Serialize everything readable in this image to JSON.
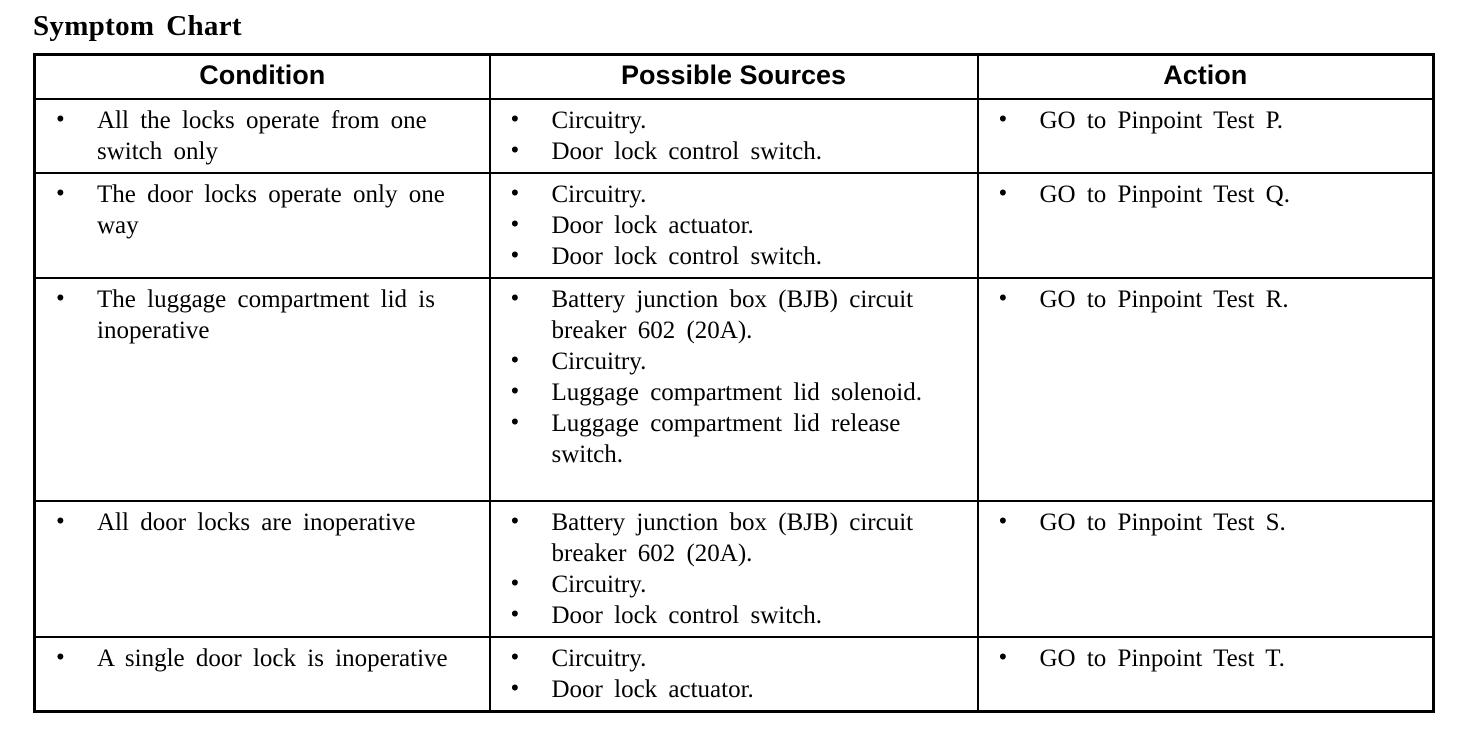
{
  "page": {
    "title": "Symptom Chart"
  },
  "table": {
    "bullet": "•",
    "headers": [
      "Condition",
      "Possible Sources",
      "Action"
    ],
    "rows": [
      {
        "condition": [
          "All the locks operate from one switch only"
        ],
        "sources": [
          "Circuitry.",
          "Door lock control switch."
        ],
        "action": [
          "GO to Pinpoint Test P."
        ]
      },
      {
        "condition": [
          "The door locks operate only one way"
        ],
        "sources": [
          "Circuitry.",
          "Door lock actuator.",
          "Door lock control switch."
        ],
        "action": [
          "GO to Pinpoint Test Q."
        ]
      },
      {
        "condition": [
          "The luggage compartment lid is inoperative"
        ],
        "sources": [
          "Battery junction box (BJB) circuit breaker 602 (20A).",
          "Circuitry.",
          "Luggage compartment lid solenoid.",
          "Luggage compartment lid release switch."
        ],
        "action": [
          "GO to Pinpoint Test R."
        ]
      },
      {
        "condition": [
          "All door locks are inoperative"
        ],
        "sources": [
          "Battery junction box (BJB) circuit breaker 602 (20A).",
          "Circuitry.",
          "Door lock control switch."
        ],
        "action": [
          "GO to Pinpoint Test S."
        ]
      },
      {
        "condition": [
          "A single door lock is inoperative"
        ],
        "sources": [
          "Circuitry.",
          "Door lock actuator."
        ],
        "action": [
          "GO to Pinpoint Test T."
        ]
      }
    ]
  }
}
